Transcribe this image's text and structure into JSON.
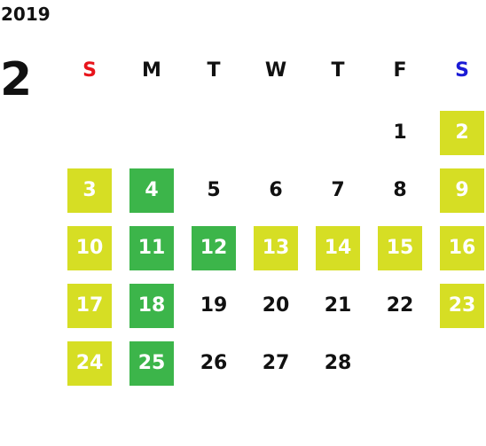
{
  "calendar": {
    "year": "2019",
    "month": "2",
    "weekdays": [
      {
        "label": "S",
        "color": "#e8141b"
      },
      {
        "label": "M",
        "color": "#111111"
      },
      {
        "label": "T",
        "color": "#111111"
      },
      {
        "label": "W",
        "color": "#111111"
      },
      {
        "label": "T",
        "color": "#111111"
      },
      {
        "label": "F",
        "color": "#111111"
      },
      {
        "label": "S",
        "color": "#1b1bd6"
      }
    ],
    "colors": {
      "yellow_highlight": "#d6de24",
      "green_highlight": "#3cb54a",
      "text_default": "#111111",
      "text_on_highlight": "#ffffff"
    },
    "days": [
      {
        "label": "1",
        "highlight": "none"
      },
      {
        "label": "2",
        "highlight": "yellow"
      },
      {
        "label": "3",
        "highlight": "yellow"
      },
      {
        "label": "4",
        "highlight": "green"
      },
      {
        "label": "5",
        "highlight": "none"
      },
      {
        "label": "6",
        "highlight": "none"
      },
      {
        "label": "7",
        "highlight": "none"
      },
      {
        "label": "8",
        "highlight": "none"
      },
      {
        "label": "9",
        "highlight": "yellow"
      },
      {
        "label": "10",
        "highlight": "yellow"
      },
      {
        "label": "11",
        "highlight": "green"
      },
      {
        "label": "12",
        "highlight": "green"
      },
      {
        "label": "13",
        "highlight": "yellow"
      },
      {
        "label": "14",
        "highlight": "yellow"
      },
      {
        "label": "15",
        "highlight": "yellow"
      },
      {
        "label": "16",
        "highlight": "yellow"
      },
      {
        "label": "17",
        "highlight": "yellow"
      },
      {
        "label": "18",
        "highlight": "green"
      },
      {
        "label": "19",
        "highlight": "none"
      },
      {
        "label": "20",
        "highlight": "none"
      },
      {
        "label": "21",
        "highlight": "none"
      },
      {
        "label": "22",
        "highlight": "none"
      },
      {
        "label": "23",
        "highlight": "yellow"
      },
      {
        "label": "24",
        "highlight": "yellow"
      },
      {
        "label": "25",
        "highlight": "green"
      },
      {
        "label": "26",
        "highlight": "none"
      },
      {
        "label": "27",
        "highlight": "none"
      },
      {
        "label": "28",
        "highlight": "none"
      }
    ],
    "first_weekday_index": 5
  }
}
